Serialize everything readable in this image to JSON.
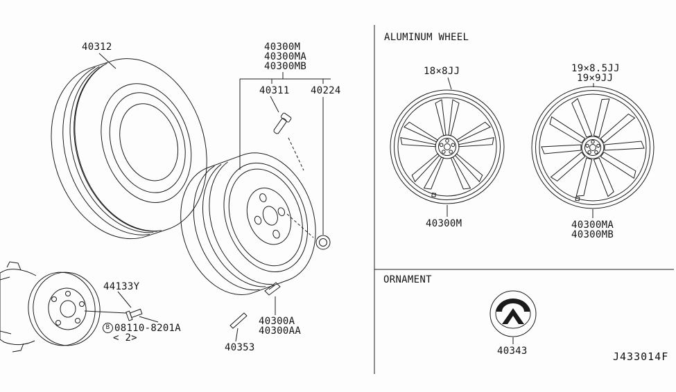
{
  "sections": {
    "aluminum_wheel": "ALUMINUM WHEEL",
    "ornament": "ORNAMENT"
  },
  "parts": {
    "tire": "40312",
    "wheel_group_1": "40300M",
    "wheel_group_2": "40300MA",
    "wheel_group_3": "40300MB",
    "valve": "40311",
    "lug_nut": "40224",
    "hub": "44133Y",
    "bolt_prefix": "B",
    "bolt": "08110-8201A",
    "bolt_qty": "< 2>",
    "balance_weight": "40353",
    "clip_a": "40300A",
    "clip_aa": "40300AA",
    "alu18_size": "18×8JJ",
    "alu18_part": "40300M",
    "alu19_size_1": "19×8.5JJ",
    "alu19_size_2": "19×9JJ",
    "alu19_part_1": "40300MA",
    "alu19_part_2": "40300MB",
    "ornament_cap": "40343"
  },
  "footer": {
    "diagram_code": "J433014F"
  }
}
